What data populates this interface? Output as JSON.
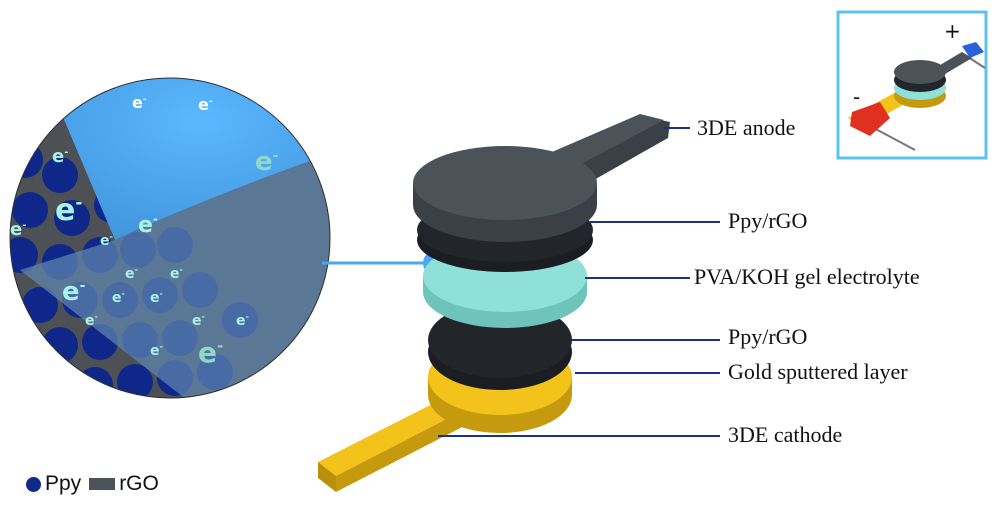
{
  "labels": {
    "anode": "3DE anode",
    "ppy_top": "Ppy/rGO",
    "electrolyte": "PVA/KOH gel electrolyte",
    "ppy_bottom": "Ppy/rGO",
    "gold": "Gold sputtered layer",
    "cathode": "3DE cathode"
  },
  "legend": {
    "ppy": "Ppy",
    "rgo": "rGO"
  },
  "inset": {
    "plus": "+",
    "minus": "-"
  },
  "zoom": {
    "electron_symbol": "e",
    "electron_superscript": "-"
  },
  "colors": {
    "anode_dark": "#4b5258",
    "anode_side": "#3a4046",
    "ppy_layer": "#22262b",
    "electrolyte": "#8fe0d8",
    "electrolyte_side": "#6ec4bb",
    "gold": "#f3c21b",
    "gold_side": "#c59a0e",
    "callout_line": "#1c2f8a",
    "zoom_blue": "#4aa7f0",
    "zoom_steel": "#4f7fa8",
    "ppy_particle": "#10278a",
    "electron_text": "#9ff2e6",
    "inset_border": "#5cc4ea",
    "cathode_terminal": "#e03020",
    "anode_terminal": "#2a62d8"
  }
}
